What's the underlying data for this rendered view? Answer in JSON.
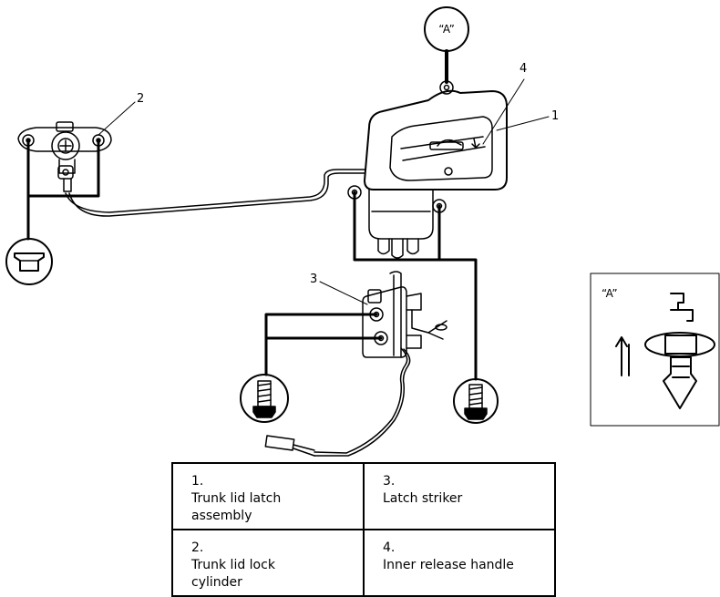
{
  "callouts": {
    "view_a": "“A”",
    "one": "1",
    "two": "2",
    "three": "3",
    "four": "4"
  },
  "detail_view": {
    "label": "“A”"
  },
  "legend": [
    [
      {
        "num": "1.",
        "text": "Trunk lid latch assembly"
      },
      {
        "num": "3.",
        "text": "Latch striker"
      }
    ],
    [
      {
        "num": "2.",
        "text": "Trunk lid lock cylinder"
      },
      {
        "num": "4.",
        "text": "Inner release handle"
      }
    ]
  ]
}
